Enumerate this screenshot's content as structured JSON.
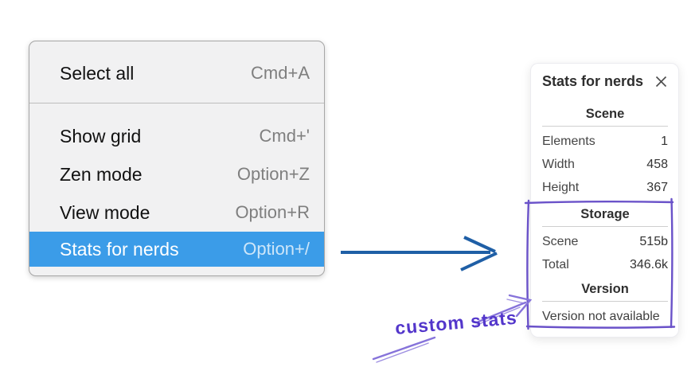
{
  "colors": {
    "menu_bg": "#f1f1f2",
    "menu_border": "#a6a6a6",
    "menu_separator": "#bdbdbd",
    "menu_text": "#111111",
    "menu_shortcut": "#7f7f7f",
    "menu_highlight": "#3b9ce8",
    "menu_highlight_text": "#ffffff",
    "panel_bg": "#ffffff",
    "panel_title": "#2e2e2e",
    "panel_text": "#3f3f3f",
    "panel_line": "#cfcfcf",
    "arrow_blue": "#1f5fa6",
    "annotation_purple": "#6a52c9",
    "annotation_arrow": "#8673da",
    "annotation_text": "#5336cb"
  },
  "menu": {
    "items": [
      {
        "label": "Select all",
        "shortcut": "Cmd+A"
      },
      {
        "label": "Show grid",
        "shortcut": "Cmd+'"
      },
      {
        "label": "Zen mode",
        "shortcut": "Option+Z"
      },
      {
        "label": "View mode",
        "shortcut": "Option+R"
      },
      {
        "label": "Stats for nerds",
        "shortcut": "Option+/",
        "selected": true
      }
    ]
  },
  "panel": {
    "title": "Stats for nerds",
    "close_icon": "x-icon",
    "sections": [
      {
        "title": "Scene",
        "rows": [
          {
            "label": "Elements",
            "value": "1"
          },
          {
            "label": "Width",
            "value": "458"
          },
          {
            "label": "Height",
            "value": "367"
          }
        ]
      },
      {
        "title": "Storage",
        "rows": [
          {
            "label": "Scene",
            "value": "515b"
          },
          {
            "label": "Total",
            "value": "346.6k"
          }
        ]
      },
      {
        "title": "Version",
        "note": "Version not available"
      }
    ]
  },
  "annotation": {
    "label": "custom stats"
  }
}
